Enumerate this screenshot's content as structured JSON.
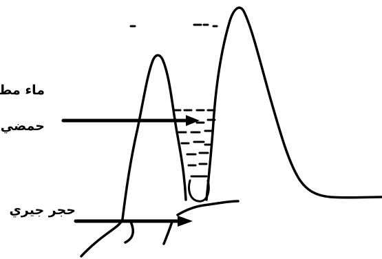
{
  "labels": {
    "acid_rain_line1": "ماء مطر",
    "acid_rain_line2": "حمضي",
    "limestone": "حجر جيري"
  },
  "colors": {
    "ink": "#000000",
    "background": "#ffffff"
  }
}
